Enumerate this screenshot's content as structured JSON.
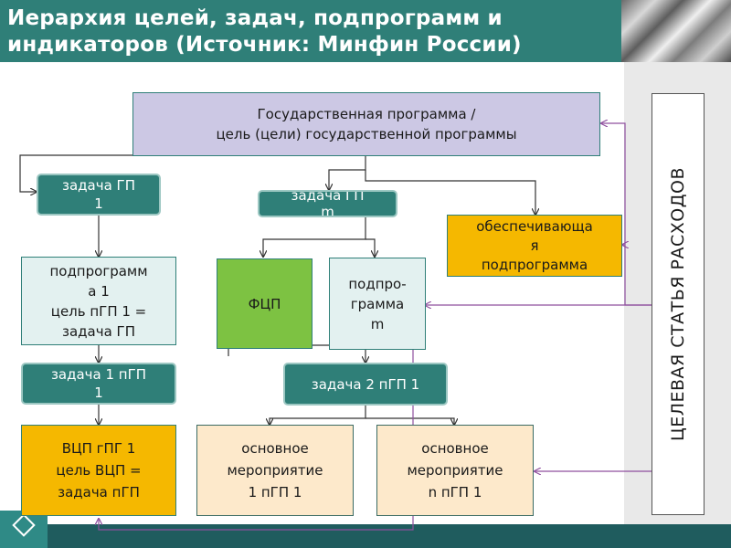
{
  "header": {
    "title": "Иерархия целей, задач, подпрограмм и индикаторов (Источник: Минфин России)"
  },
  "diagram": {
    "state_program": {
      "line1": "Государственная программа /",
      "line2": "цель (цели) государственной программы"
    },
    "task_gp1": {
      "line1": "задача ГП",
      "line2": "1"
    },
    "task_gpm": {
      "line1": "задача ГП",
      "line2": "m"
    },
    "support_subprogram": {
      "line1": "обеспечивающа",
      "line2": "я",
      "line3": "подпрограмма"
    },
    "subprogram1": {
      "line1": "подпрограмм",
      "line2": "а 1",
      "line3": "цель пГП 1 =",
      "line4": "задача ГП"
    },
    "fcp": {
      "label": "ФЦП"
    },
    "subprogram_m": {
      "line1": "подпро-",
      "line2": "грамма",
      "line3": "m"
    },
    "task1_pgp1": {
      "line1": "задача 1 пГП",
      "line2": "1"
    },
    "task2_pgp1": {
      "label": "задача 2 пГП 1"
    },
    "vcp": {
      "line1": "ВЦП гПГ 1",
      "line2": "цель ВЦП =",
      "line3": "задача пГП"
    },
    "main_event1": {
      "line1": "основное",
      "line2": "мероприятие",
      "line3": "1 пГП 1"
    },
    "main_event_n": {
      "line1": "основное",
      "line2": "мероприятие",
      "line3": "n пГП 1"
    },
    "target_article": {
      "label": "ЦЕЛЕВАЯ СТАТЬЯ РАСХОДОВ"
    }
  },
  "colors": {
    "teal": "#2f7f78",
    "lavender": "#ccc8e4",
    "orange": "#f5b800",
    "green": "#7dc242",
    "light_teal": "#e3f1f0",
    "peach": "#fde9cb",
    "connector_purple": "#8f4f9e"
  }
}
